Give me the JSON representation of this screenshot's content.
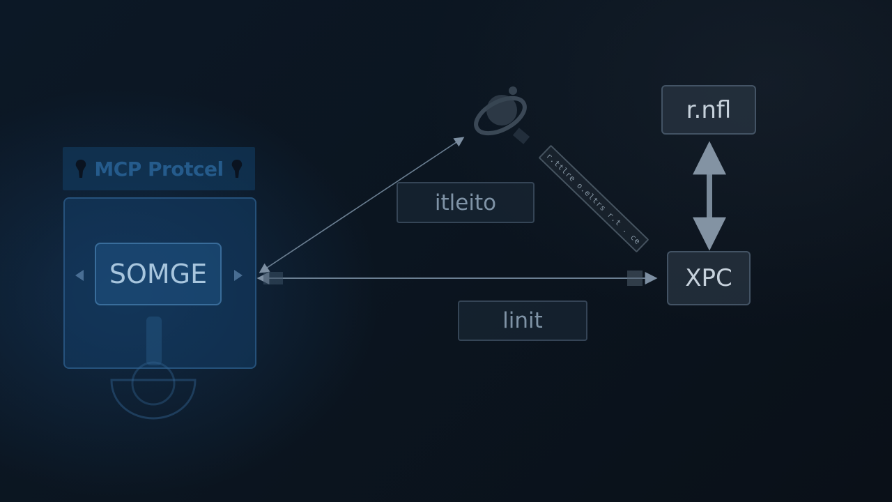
{
  "header": {
    "title": "MCP Protcel"
  },
  "nodes": {
    "core": "SOMGE",
    "top_right": "r.nfl",
    "right": "XPC"
  },
  "edge_labels": {
    "upper": "itleito",
    "lower": "linit",
    "diagonal": "r.ttlre o.eltrs r.t . ce"
  },
  "icons": {
    "header_left": "pin-icon",
    "header_right": "pin-icon",
    "top_center": "satellite-icon",
    "below_panel": "plug-icon"
  },
  "colors": {
    "background": "#0b1520",
    "panel": "#143e68",
    "node_border": "#5a6e82",
    "connector": "#7f93a6"
  }
}
